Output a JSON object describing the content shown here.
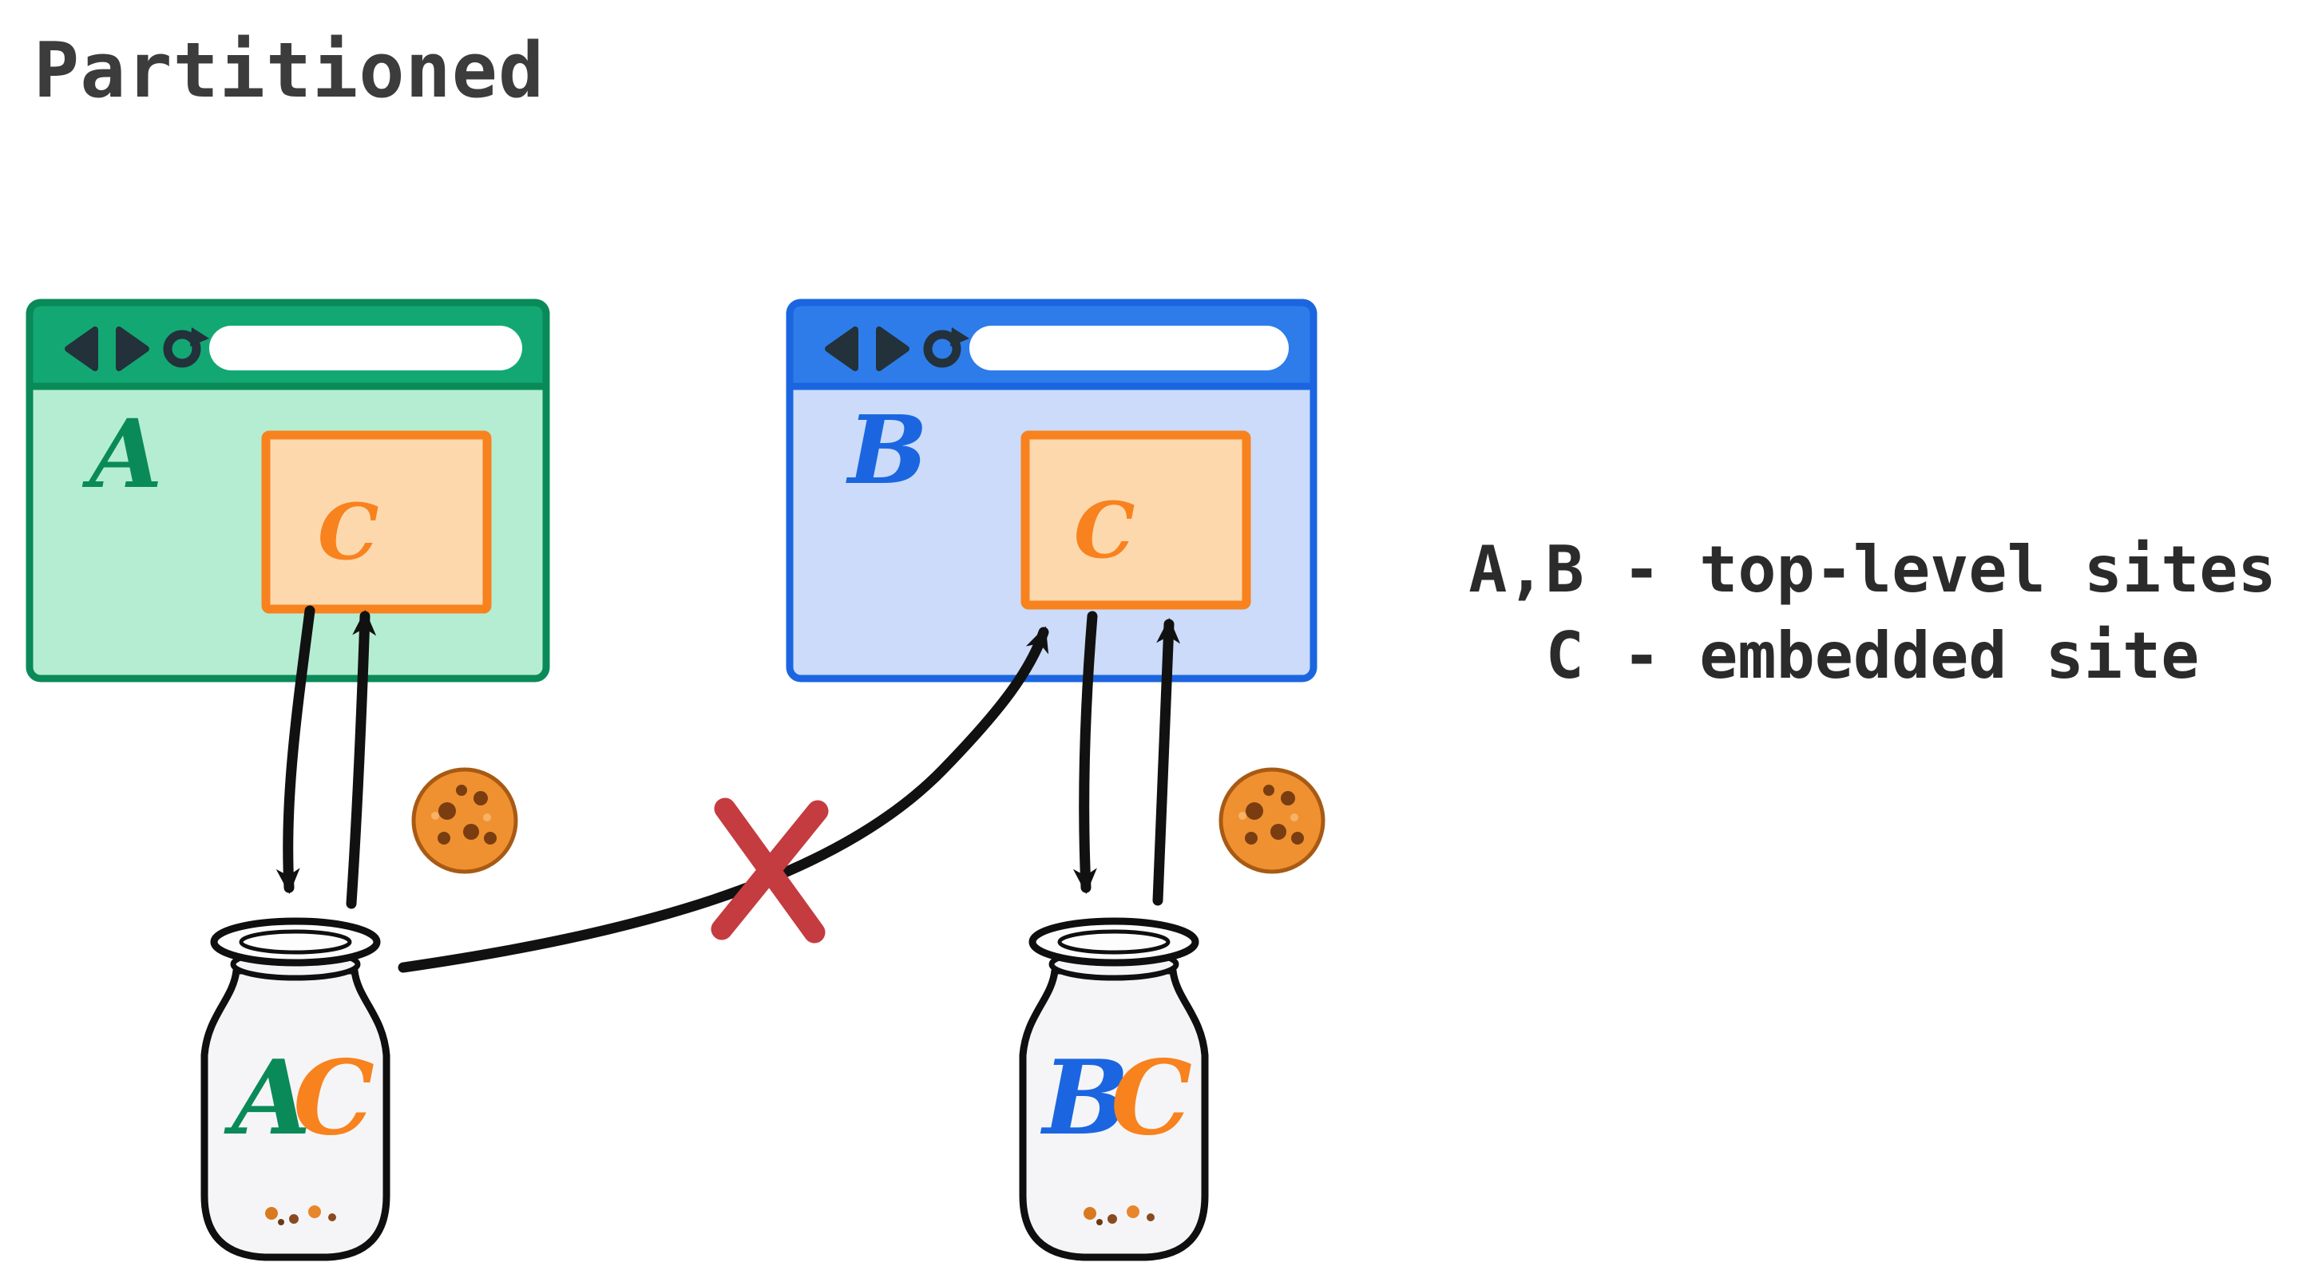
{
  "title": "Partitioned",
  "legend": {
    "line1": "A,B - top-level sites",
    "line2": "C - embedded site"
  },
  "browser_a": {
    "label": "A",
    "frame_label": "C"
  },
  "browser_b": {
    "label": "B",
    "frame_label": "C"
  },
  "jar_a": {
    "letter1": "A",
    "letter2": "C"
  },
  "jar_b": {
    "letter1": "B",
    "letter2": "C"
  },
  "icons": {
    "back": "left-triangle",
    "forward": "right-triangle",
    "reload": "circular-arrow",
    "cookie": "chocolate-chip-cookie",
    "blocked": "red-cross"
  },
  "colors": {
    "green_border": "#0a8a58",
    "green_header": "#13a873",
    "green_body": "#b5edd3",
    "blue_border": "#1b66e0",
    "blue_header": "#2e7cea",
    "blue_body": "#cbdbf9",
    "orange": "#f8821e",
    "orange_fill": "#fdd8ac",
    "ink": "#111111",
    "red_x": "#c43b40",
    "jar_fill": "#f5f5f7",
    "icon_dark": "#22313a",
    "cookie_body": "#ef9130",
    "cookie_chip": "#7a3d12"
  }
}
